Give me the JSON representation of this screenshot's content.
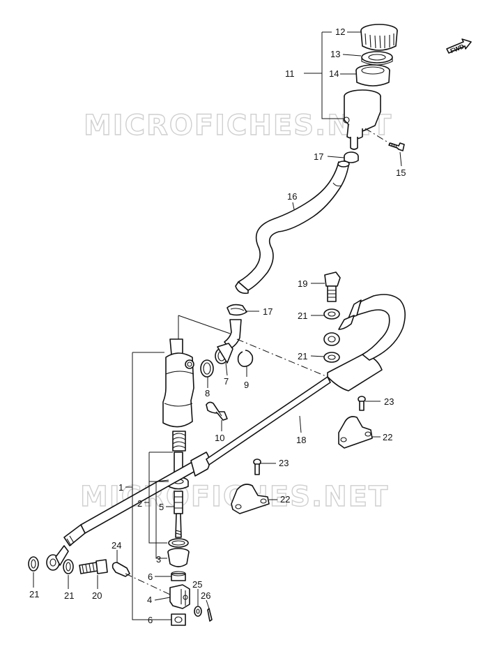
{
  "diagram": {
    "watermark": "MICROFICHES.NET",
    "fwd_label": "FWD",
    "labels": {
      "p1": "1",
      "p2": "2",
      "p3": "3",
      "p4": "4",
      "p5": "5",
      "p6a": "6",
      "p6b": "6",
      "p7": "7",
      "p8": "8",
      "p9": "9",
      "p10": "10",
      "p11": "11",
      "p12": "12",
      "p13": "13",
      "p14": "14",
      "p15": "15",
      "p16": "16",
      "p17a": "17",
      "p17b": "17",
      "p18": "18",
      "p19": "19",
      "p20": "20",
      "p21a": "21",
      "p21b": "21",
      "p21c": "21",
      "p21d": "21",
      "p22a": "22",
      "p22b": "22",
      "p23a": "23",
      "p23b": "23",
      "p24": "24",
      "p25": "25",
      "p26": "26"
    }
  }
}
